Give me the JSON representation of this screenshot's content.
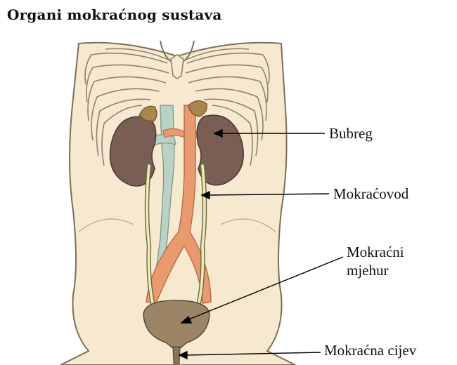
{
  "title": "Organi mokraćnog sustava",
  "labels": {
    "kidney": "Bubreg",
    "ureter": "Mokraćovod",
    "bladder_line1": "Mokraćni",
    "bladder_line2": "mjehur",
    "urethra": "Mokraćna cijev"
  },
  "colors": {
    "skin": "#f7e9cf",
    "outline": "#6f6250",
    "kidney": "#7a5e56",
    "adrenal": "#a9864e",
    "aorta": "#e99a6f",
    "vena_cava": "#b9d2c6",
    "ureter": "#f0ebb0",
    "bladder": "#9c8466"
  }
}
